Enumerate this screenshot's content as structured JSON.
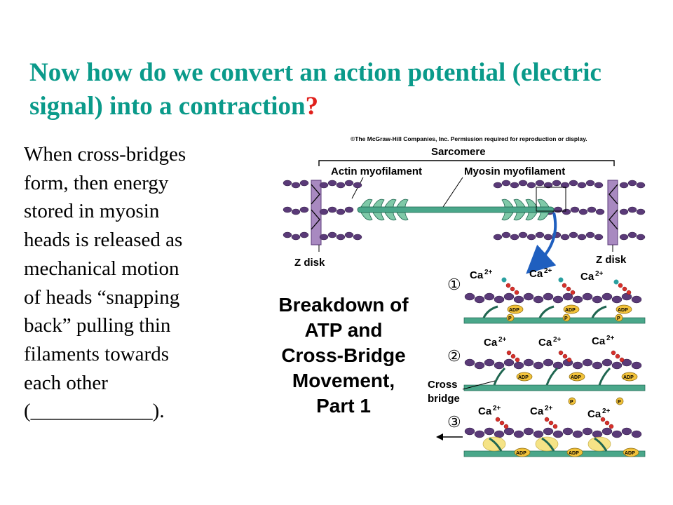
{
  "slide": {
    "title_main": "Now how do we convert an action potential (electric signal) into a contraction",
    "title_qmark": "?",
    "body_lines": [
      "When cross-bridges",
      "form, then energy",
      "stored in myosin",
      "heads is released as",
      "mechanical motion",
      "of heads “snapping",
      "back” pulling thin",
      "filaments towards",
      "each other",
      "(____________)."
    ]
  },
  "figure": {
    "copyright": "©The McGraw-Hill Companies, Inc. Permission required for reproduction or display.",
    "sarcomere_label": "Sarcomere",
    "actin_label": "Actin myofilament",
    "myosin_label": "Myosin myofilament",
    "z_disk_left": "Z disk",
    "z_disk_right": "Z disk",
    "caption_lines": [
      "Breakdown of",
      "ATP and",
      "Cross-Bridge",
      "Movement,",
      "Part 1"
    ],
    "cross_bridge_label_1": "Cross",
    "cross_bridge_label_2": "bridge",
    "ca_label": "Ca",
    "ca_charge": "2+",
    "adp_label": "ADP",
    "p_label": "P",
    "step_labels": [
      "①",
      "②",
      "③"
    ],
    "colors": {
      "title": "#0a9a8a",
      "accent_red": "#e0201c",
      "actin_bead": "#5a3a78",
      "myosin_green": "#4aa78a",
      "z_disk": "#a889c0",
      "calcium": "#2aa0a0",
      "adp_yellow": "#f2c23a",
      "arrow_blue": "#1f5fbf"
    }
  }
}
